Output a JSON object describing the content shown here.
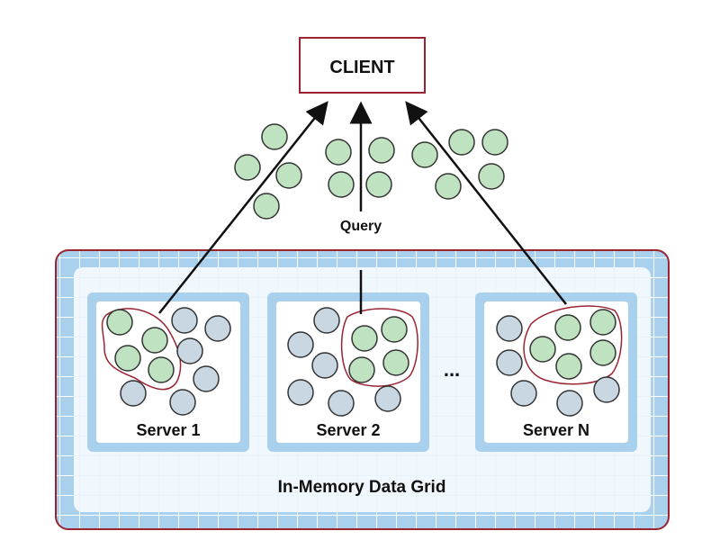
{
  "client": {
    "label": "CLIENT"
  },
  "query_label": "Query",
  "grid": {
    "label": "In-Memory Data Grid"
  },
  "ellipsis": "...",
  "servers": [
    {
      "label": "Server 1"
    },
    {
      "label": "Server 2"
    },
    {
      "label": "Server N"
    }
  ],
  "colors": {
    "border_red": "#9b2432",
    "grid_blue": "#a9d1ee",
    "grid_line": "#ffffff",
    "inner_panel": "#eef6fc",
    "server_frame": "#a9d1ee",
    "node_green": "#bfe2c0",
    "node_gray": "#c8d7e2",
    "node_stroke": "#333333",
    "arrow": "#111111"
  }
}
